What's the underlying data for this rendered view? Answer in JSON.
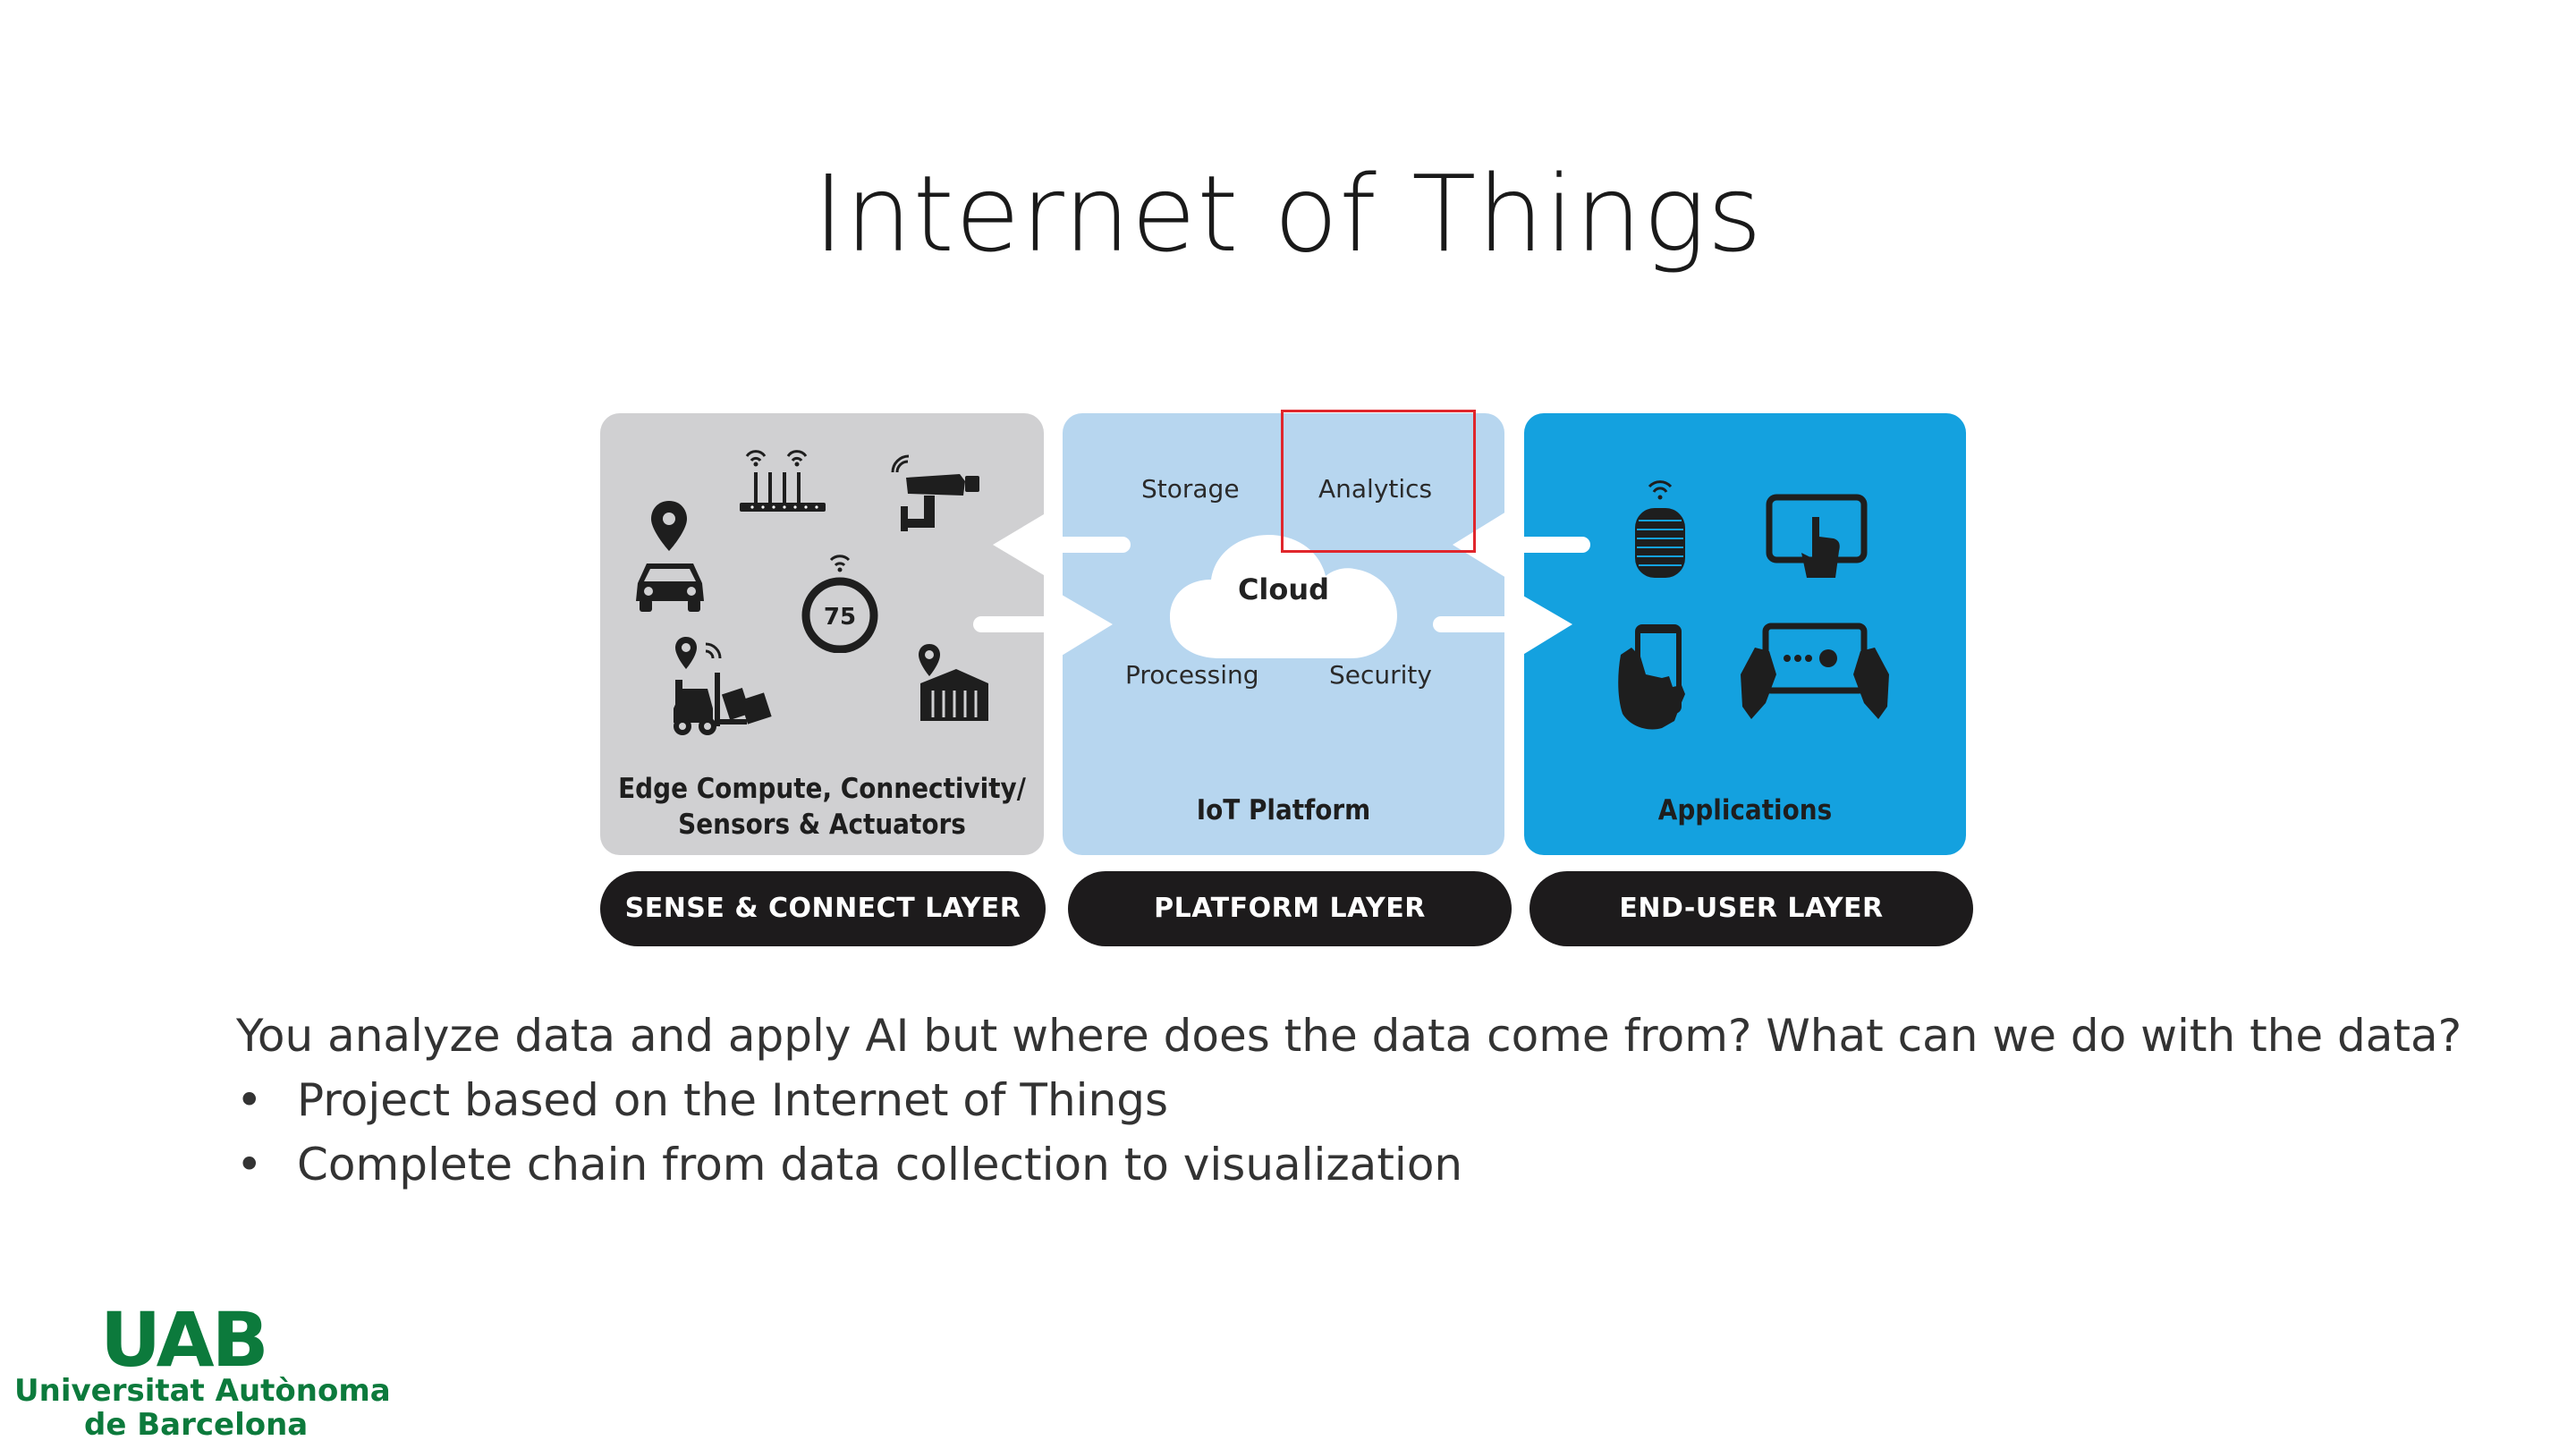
{
  "slide": {
    "title": "Internet of Things"
  },
  "diagram": {
    "panels": [
      {
        "caption_line1": "Edge Compute, Connectivity/",
        "caption_line2": "Sensors & Actuators",
        "layer": "SENSE & CONNECT LAYER"
      },
      {
        "caption_line1": "IoT Platform",
        "layer": "PLATFORM LAYER"
      },
      {
        "caption_line1": "Applications",
        "layer": "END-USER LAYER"
      }
    ],
    "platform_labels": {
      "storage": "Storage",
      "analytics": "Analytics",
      "cloud": "Cloud",
      "processing": "Processing",
      "security": "Security"
    },
    "gauge_value": "75",
    "colors": {
      "sense_panel": "#d0d0d2",
      "platform_panel": "#b7d6ef",
      "enduser_panel": "#14a1df",
      "pill": "#1d1b1c",
      "highlight": "#e0262c"
    }
  },
  "body": {
    "intro": "You analyze data and apply AI but where does the data come from? What can we do with the data?",
    "bullets": [
      "Project based on the Internet of Things",
      "Complete chain from data collection to visualization"
    ]
  },
  "logo": {
    "mark": "UAB",
    "line1": "Universitat Autònoma",
    "line2": "de Barcelona"
  }
}
